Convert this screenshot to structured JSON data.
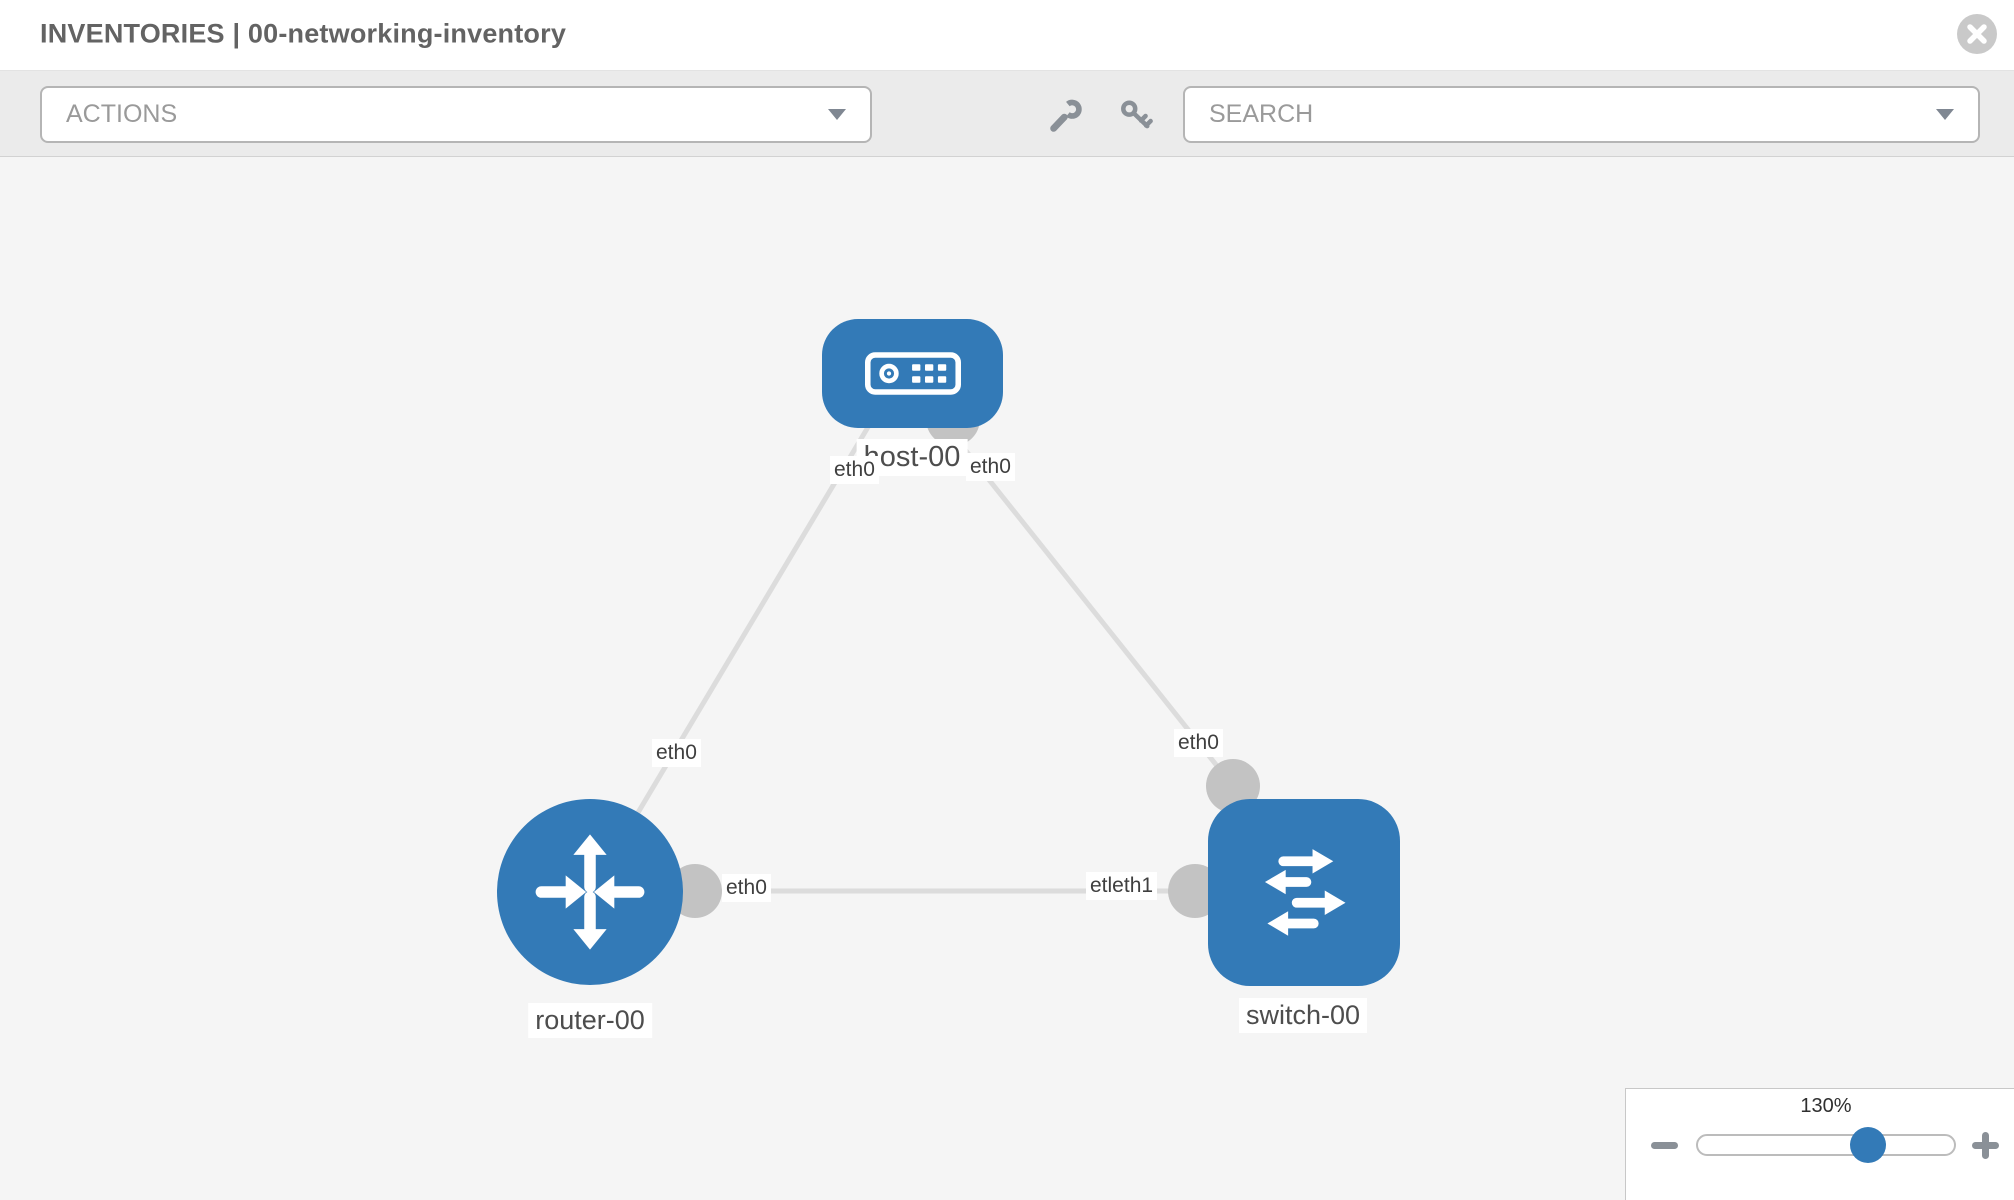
{
  "header": {
    "title": "INVENTORIES | 00-networking-inventory"
  },
  "toolbar": {
    "actions_label": "ACTIONS",
    "search_label": "SEARCH"
  },
  "canvas": {
    "nodes": [
      {
        "id": "host-00",
        "type": "host",
        "label": "host-00"
      },
      {
        "id": "router-00",
        "type": "router",
        "label": "router-00"
      },
      {
        "id": "switch-00",
        "type": "switch",
        "label": "switch-00"
      }
    ],
    "links": [
      {
        "from": "host-00",
        "to": "router-00"
      },
      {
        "from": "host-00",
        "to": "switch-00"
      },
      {
        "from": "router-00",
        "to": "switch-00"
      }
    ],
    "interface_labels": {
      "host_left": "eth0",
      "host_right": "eth0",
      "uplink_router": "eth0",
      "uplink_switch": "eth0",
      "lan_router": "eth0",
      "lan_switch": "etleth1"
    }
  },
  "zoom_control": {
    "level": "130%"
  },
  "colors": {
    "node_blue": "#337ab7",
    "port_gray": "#c3c3c3",
    "link_gray": "#dcdcdc",
    "canvas_bg": "#f5f5f5",
    "toolbar_bg": "#ebebeb",
    "icon_gray": "#8a9097"
  }
}
